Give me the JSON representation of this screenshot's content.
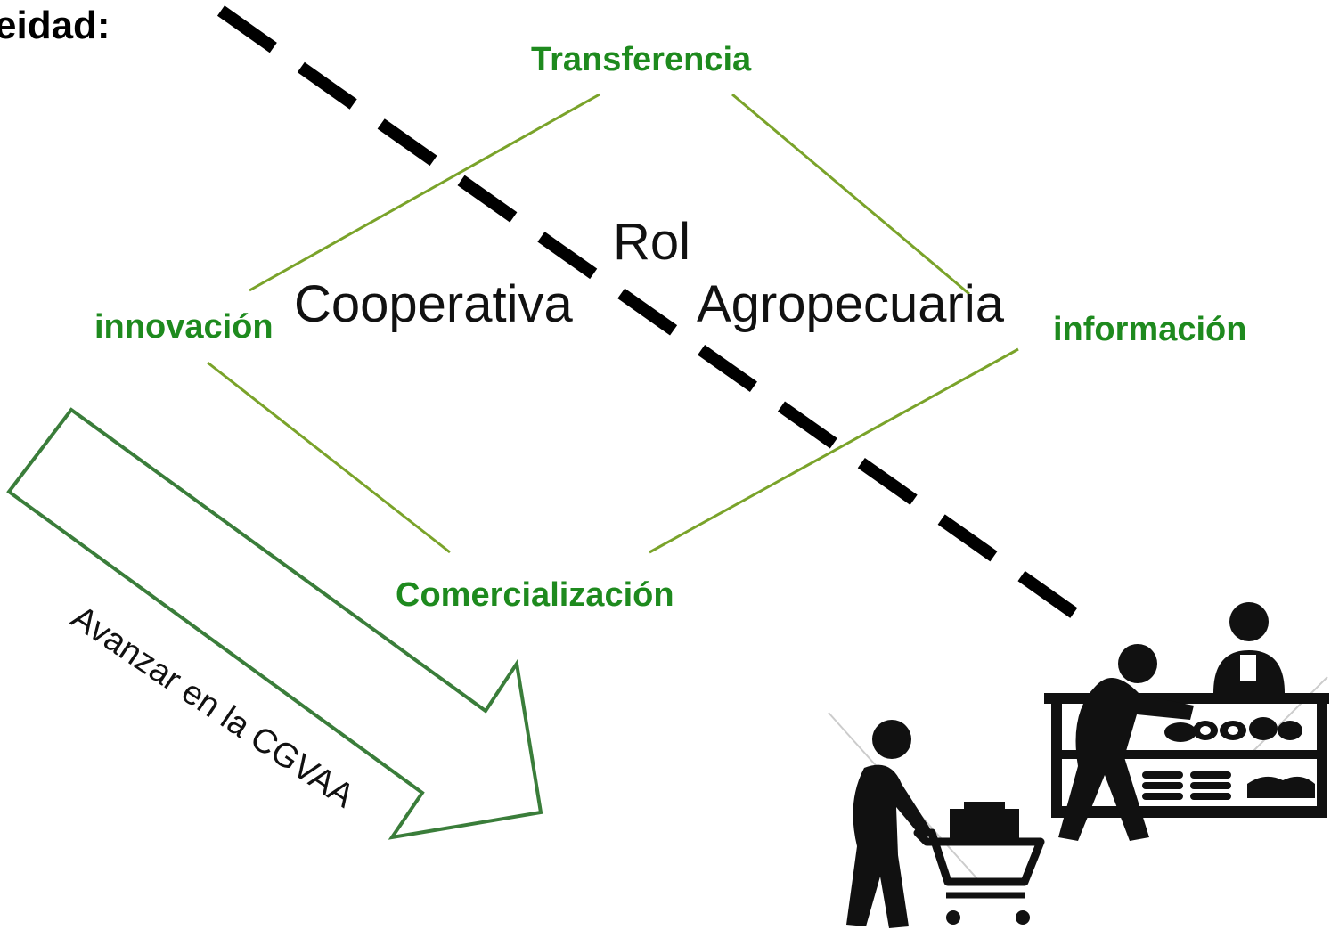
{
  "heading": "eidad:",
  "diagram": {
    "center_top": "Rol",
    "center_left": "Cooperativa",
    "center_right": "Agropecuaria",
    "nodes": {
      "top": "Transferencia",
      "left": "innovación",
      "right": "información",
      "bottom": "Comercialización"
    },
    "arrow_text": "Avanzar en la CGVAA"
  },
  "colors": {
    "node_text": "#1e8a1e",
    "connector_lines": "#7aa32a",
    "arrow_outline": "#3a7d3a",
    "dashed_line": "#000000"
  },
  "icons": [
    "market-shopping-icon"
  ]
}
